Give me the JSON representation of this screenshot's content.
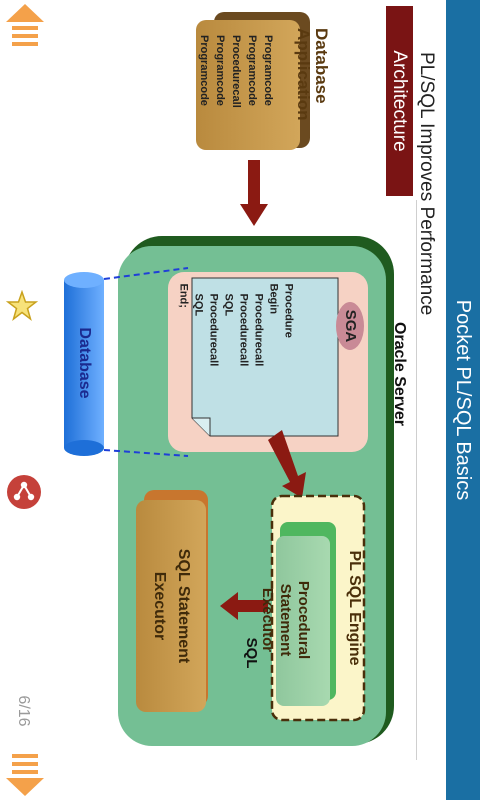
{
  "header": {
    "title": "Pocket PL/SQL Basics",
    "bar_color": "#1a6fa3"
  },
  "slide": {
    "title": "PL/SQL Improves Performance",
    "tag": "Architecture",
    "db_app_label": "Database\nApplication",
    "db_app_lines": [
      "Programcode",
      "Programcode",
      "Procedurecall",
      "Programcode",
      "Programcode"
    ],
    "oracle_server_label": "Oracle Server",
    "sga_label": "SGA",
    "code_lines": [
      "Procedure",
      "Begin",
      "Procedurecall",
      "Procedurecall",
      "SQL",
      "Procedurecall",
      "SQL",
      "End;"
    ],
    "database_label": "Database",
    "plsql_engine_label": "PL SQL Engine",
    "proc_executor_label": [
      "Procedural",
      "Statement",
      "Executor"
    ],
    "sql_arrow_label": "SQL",
    "sql_executor_label": [
      "SQL Statement",
      "Executor"
    ]
  },
  "nav": {
    "page_indicator": "6/16",
    "up_icon": "arrow-up-icon",
    "down_icon": "arrow-down-icon",
    "bookmark_icon": "star-icon",
    "share_icon": "share-icon"
  },
  "colors": {
    "accent_orange": "#f4a14a",
    "dark_red": "#8b1a12",
    "server_green": "#6fb98b",
    "share_red": "#c5413a"
  }
}
